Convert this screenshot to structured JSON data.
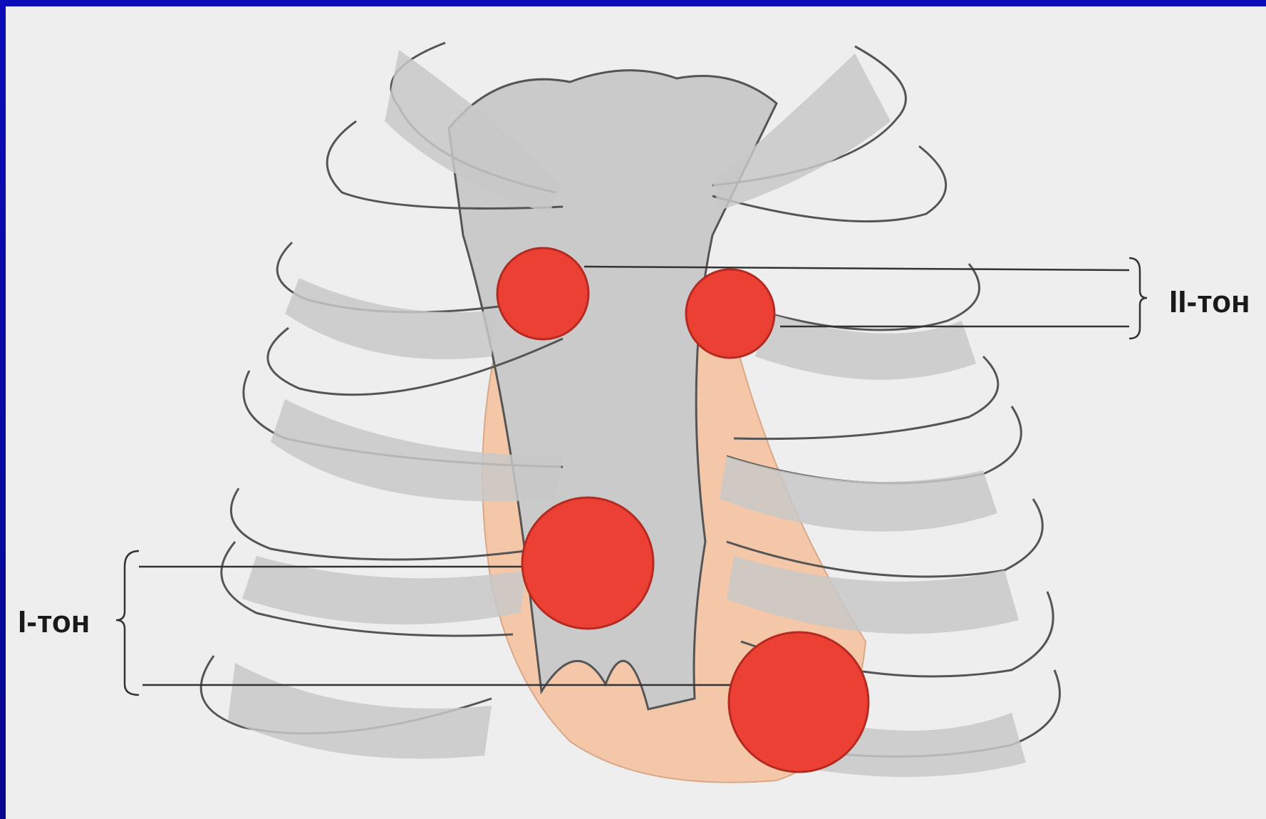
{
  "diagram": {
    "labels": {
      "second_tone": "II-тон",
      "first_tone": "I-тон"
    },
    "colors": {
      "background": "#eeeeee",
      "frame": "#0a0a9e",
      "bone": "#c8c8c8",
      "heart": "#f3c7a8",
      "auscultation_point": "#ec4034"
    },
    "auscultation_points_count": 4
  }
}
